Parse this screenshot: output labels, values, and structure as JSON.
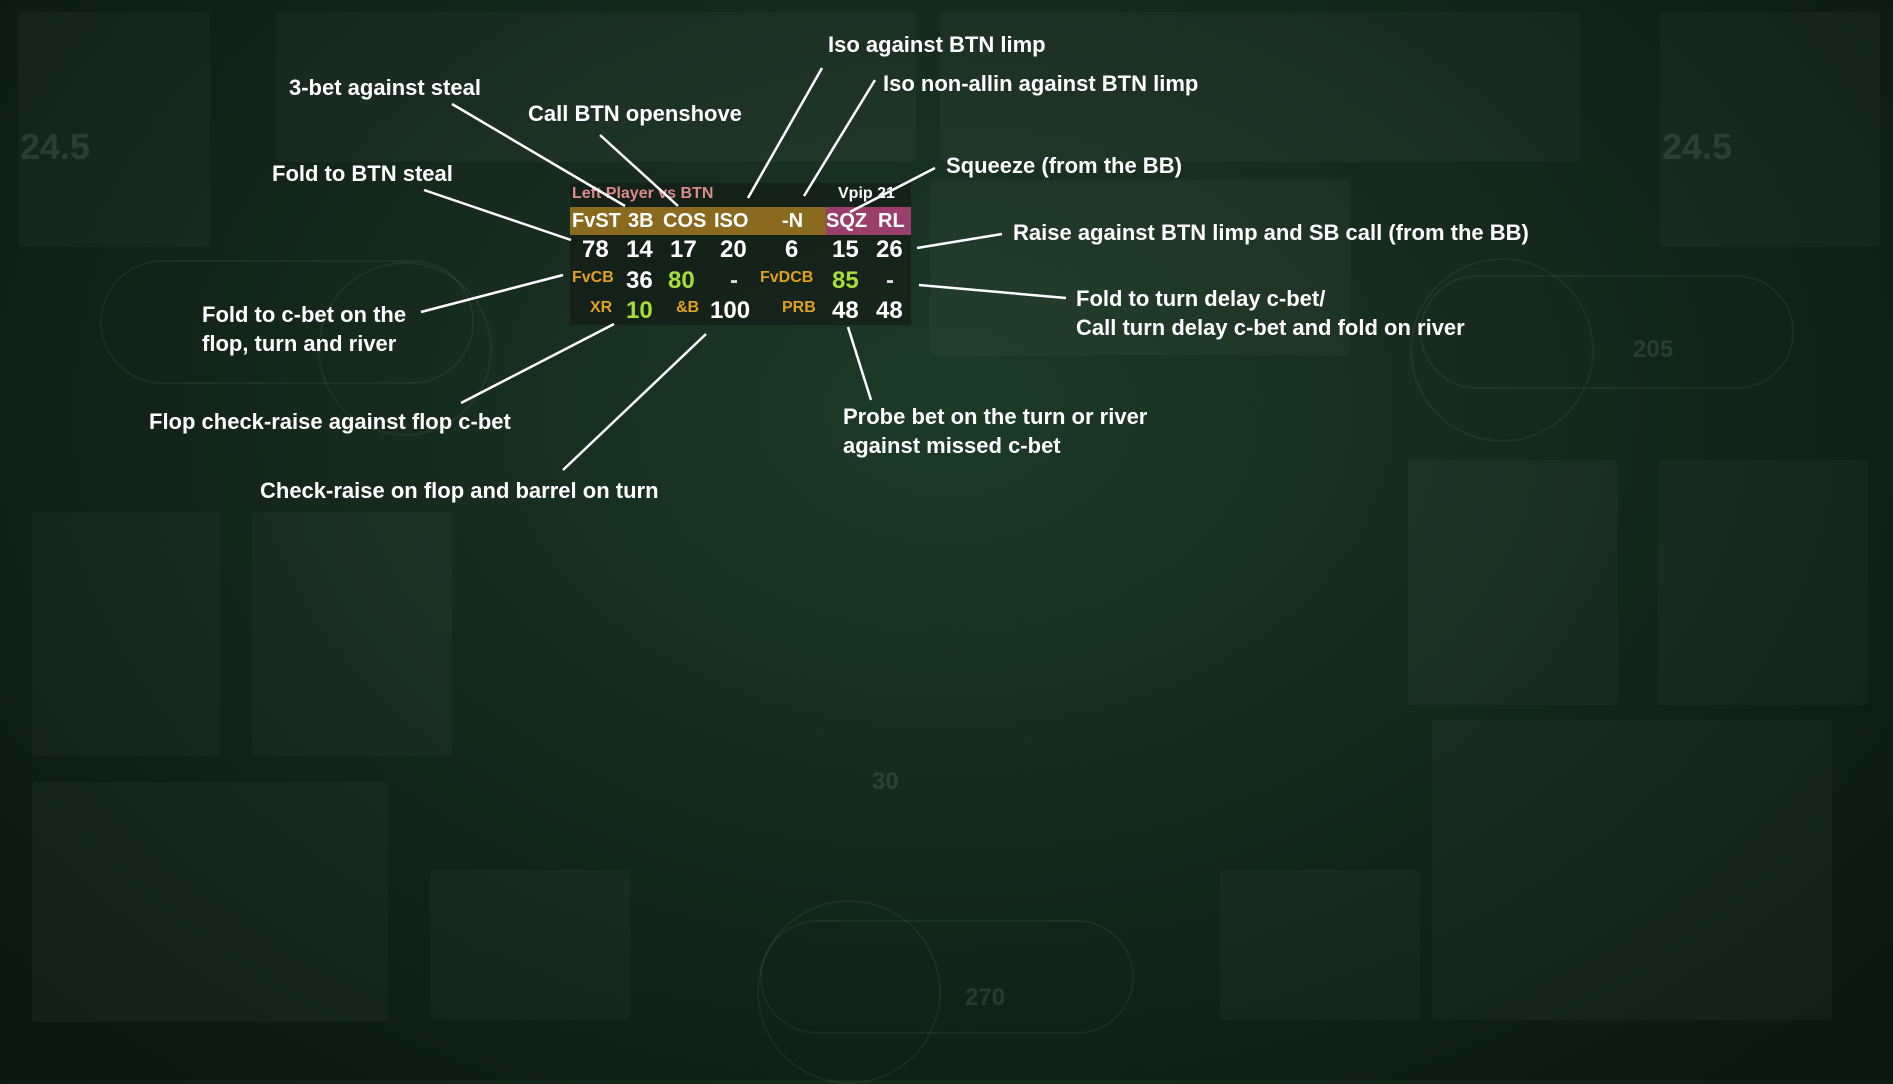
{
  "hud": {
    "title": "Left Player vs BTN",
    "vpip_label": "Vpip",
    "vpip_value": "21",
    "headers": [
      "FvST",
      "3B",
      "COS",
      "ISO",
      "-N",
      "SQZ",
      "RL"
    ],
    "values": [
      "78",
      "14",
      "17",
      "20",
      "6",
      "15",
      "26"
    ],
    "row2": {
      "fvcb_label": "FvCB",
      "fvcb_value": "36",
      "v2": "80",
      "dash1": "-",
      "fvdcb_label": "FvDCB",
      "fvdcb_value": "85",
      "dash2": "-"
    },
    "row3": {
      "xr_label": "XR",
      "xr_value": "10",
      "b_label": "&B",
      "b_value": "100",
      "prb_label": "PRB",
      "prb_value1": "48",
      "prb_value2": "48"
    }
  },
  "annotations": {
    "iso_btn_limp": "Iso against BTN limp",
    "iso_nonallin": "Iso non-allin against BTN limp",
    "three_bet_steal": "3-bet against steal",
    "call_openshove": "Call BTN openshove",
    "squeeze": "Squeeze (from the BB)",
    "fold_btn_steal": "Fold to BTN steal",
    "raise_limp_call": "Raise against BTN limp and SB call (from the BB)",
    "fold_turn_delay_l1": "Fold to turn delay c-bet/",
    "fold_turn_delay_l2": "Call turn delay c-bet and fold on river",
    "fold_cbet_l1": "Fold to c-bet on the",
    "fold_cbet_l2": "flop, turn and river",
    "flop_xr": "Flop check-raise against flop c-bet",
    "probe_l1": "Probe bet on the turn or river",
    "probe_l2": "against missed c-bet",
    "xr_barrel": "Check-raise on flop and barrel on turn"
  },
  "background": {
    "pot_left": "205",
    "pot_center": "270",
    "stack_left": "24.5",
    "stack_right": "24.5",
    "chips_small": "30"
  }
}
